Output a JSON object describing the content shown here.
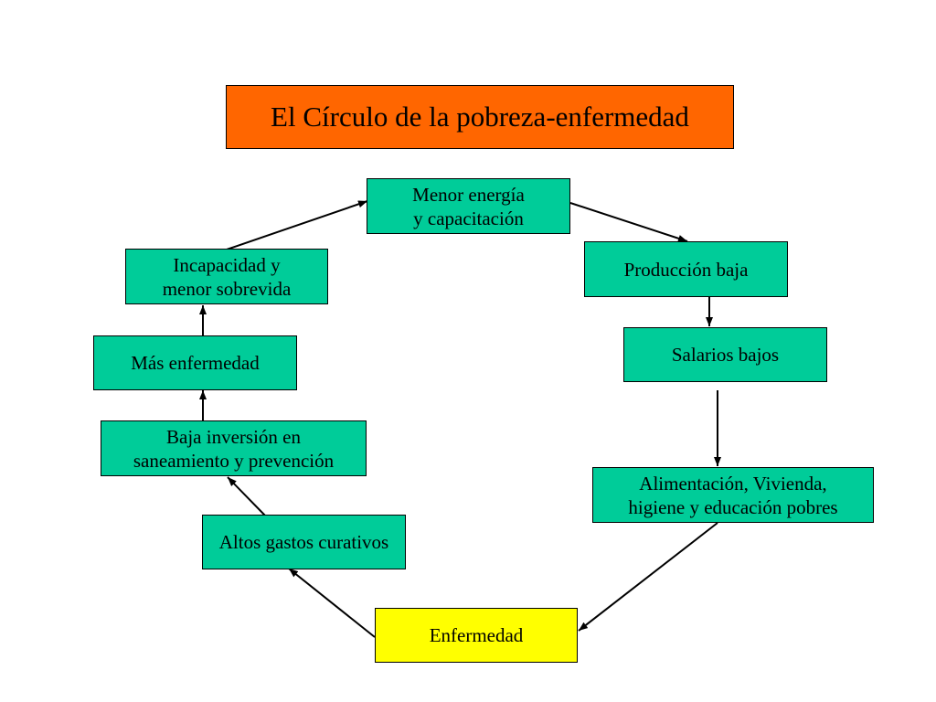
{
  "title": "El Círculo de la pobreza-enfermedad",
  "colors": {
    "title_fill": "#ff6600",
    "node_fill": "#00cc99",
    "highlight_fill": "#ffff00",
    "line": "#000000"
  },
  "nodes": {
    "menor_energia": "Menor energía\n y capacitación",
    "produccion_baja": "Producción baja",
    "salarios_bajos": "Salarios bajos",
    "alimentacion": "Alimentación, Vivienda,\nhigiene y educación pobres",
    "enfermedad": "Enfermedad",
    "altos_gastos": "Altos gastos curativos",
    "baja_inversion": "Baja inversión en\nsaneamiento y prevención",
    "mas_enfermedad": "Más enfermedad",
    "incapacidad": "Incapacidad y\nmenor sobrevida"
  },
  "edges": [
    {
      "from": "menor_energia",
      "to": "produccion_baja"
    },
    {
      "from": "produccion_baja",
      "to": "salarios_bajos"
    },
    {
      "from": "salarios_bajos",
      "to": "alimentacion"
    },
    {
      "from": "alimentacion",
      "to": "enfermedad"
    },
    {
      "from": "enfermedad",
      "to": "altos_gastos"
    },
    {
      "from": "altos_gastos",
      "to": "baja_inversion"
    },
    {
      "from": "baja_inversion",
      "to": "mas_enfermedad"
    },
    {
      "from": "mas_enfermedad",
      "to": "incapacidad"
    },
    {
      "from": "incapacidad",
      "to": "menor_energia"
    }
  ]
}
